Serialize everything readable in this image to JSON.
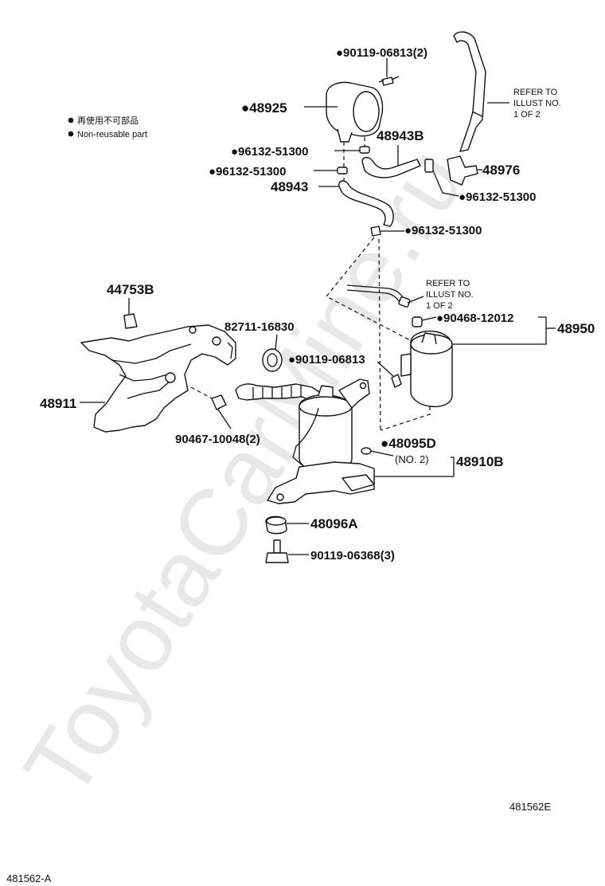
{
  "watermark": "ToyotaCarMine.ru",
  "legend": {
    "japanese": "再使用不可部品",
    "english": "Non-reusable part"
  },
  "refer_upper": [
    "REFER TO",
    "ILLUST NO.",
    "1 OF 2"
  ],
  "refer_lower": [
    "REFER TO",
    "ILLUST NO.",
    "1 OF 2"
  ],
  "labels": {
    "bolt_top": "●90119-06813(2)",
    "sensor_48925": "●48925",
    "clamp_a": "●96132-51300",
    "clamp_b": "●96132-51300",
    "hose_48943b": "48943B",
    "hose_48943": "48943",
    "connector_48976": "48976",
    "clamp_c": "●96132-51300",
    "clamp_d": "●96132-51300",
    "bracket_44753b": "44753B",
    "clamp_82711": "82711-16830",
    "bolt_mid": "●90119-06813",
    "filter_90468": "●90468-12012",
    "assy_48950": "48950",
    "bracket_48911": "48911",
    "nut_90467": "90467-10048(2)",
    "ring_48095d": "●48095D",
    "no2": "(NO. 2)",
    "comp_48910b": "48910B",
    "insulator_48096a": "48096A",
    "bolt_bottom": "90119-06368(3)"
  },
  "figure_code": "481562E",
  "bottom_code": "481562-A",
  "colors": {
    "ink": "#111111",
    "watermark": "#e8e8e8",
    "background": "#ffffff"
  }
}
